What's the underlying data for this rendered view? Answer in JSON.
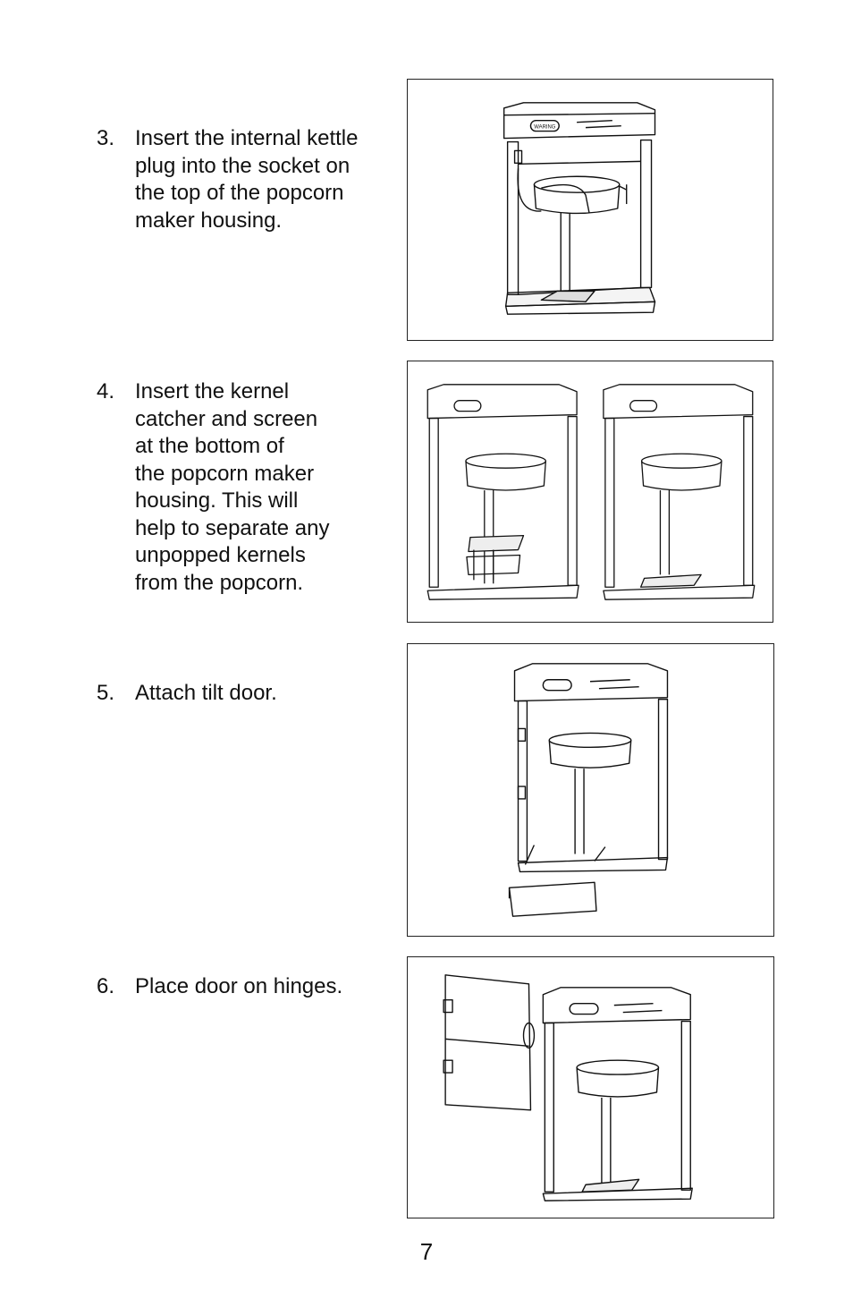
{
  "steps": [
    {
      "number": "3.",
      "text": "Insert the internal kettle\nplug into the socket on\nthe top of the popcorn\nmaker housing."
    },
    {
      "number": "4.",
      "text": "Insert the kernel\ncatcher and screen\nat the bottom of\nthe popcorn maker\nhousing. This will\nhelp to separate any\nunpopped kernels\nfrom the popcorn."
    },
    {
      "number": "5.",
      "text": "Attach tilt door."
    },
    {
      "number": "6.",
      "text": "Place door on hinges."
    }
  ],
  "brand_label": "WARING",
  "page_number": "7"
}
